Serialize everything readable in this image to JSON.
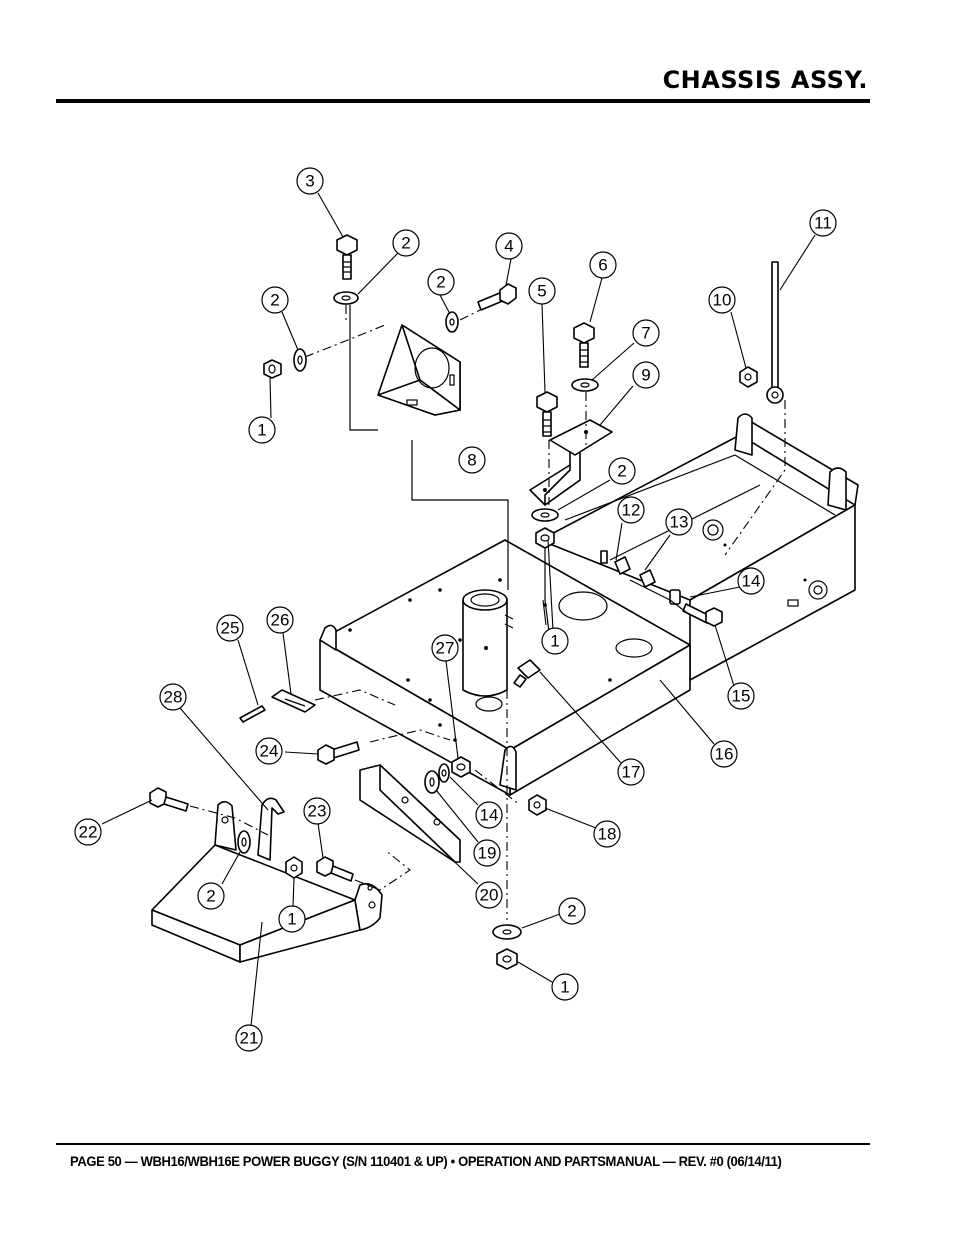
{
  "header": {
    "title": "CHASSIS ASSY."
  },
  "footer": {
    "text": "PAGE 50 — WBH16/WBH16E POWER BUGGY (S/N 110401 & UP) • OPERATION AND PARTSMANUAL — REV. #0 (06/14/11)"
  },
  "callouts": [
    "1",
    "2",
    "3",
    "4",
    "5",
    "6",
    "7",
    "8",
    "9",
    "10",
    "11",
    "12",
    "13",
    "14",
    "15",
    "16",
    "17",
    "18",
    "19",
    "20",
    "21",
    "22",
    "23",
    "24",
    "25",
    "26",
    "27",
    "28"
  ]
}
